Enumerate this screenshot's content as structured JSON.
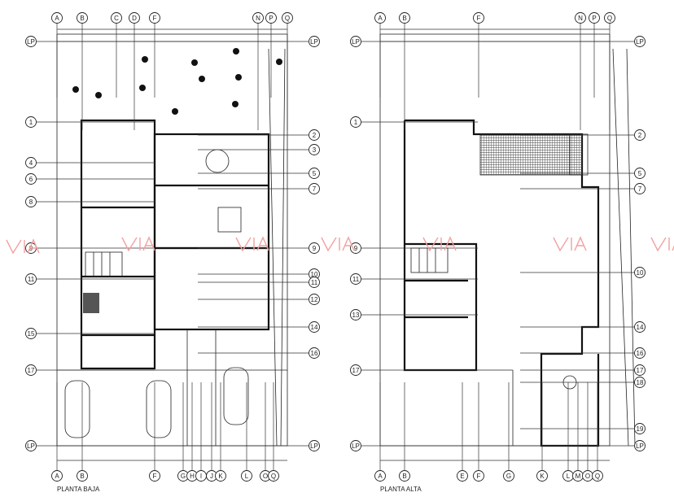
{
  "plans": [
    {
      "title": "PLANTA BAJA",
      "top_axes": [
        "A",
        "B",
        "C",
        "D",
        "F",
        "N",
        "P",
        "Q"
      ],
      "bottom_axes": [
        "A",
        "B",
        "F",
        "G",
        "H",
        "I",
        "J",
        "K",
        "L",
        "O",
        "Q"
      ],
      "left_axes": [
        "LP",
        "1",
        "4",
        "6",
        "8",
        "9",
        "11",
        "15",
        "17",
        "LP"
      ],
      "right_axes": [
        "LP",
        "2",
        "3",
        "5",
        "7",
        "9",
        "10",
        "11",
        "12",
        "14",
        "16",
        "LP"
      ]
    },
    {
      "title": "PLANTA ALTA",
      "top_axes": [
        "A",
        "B",
        "F",
        "N",
        "P",
        "Q"
      ],
      "bottom_axes": [
        "A",
        "B",
        "E",
        "F",
        "G",
        "K",
        "L",
        "M",
        "O",
        "Q"
      ],
      "left_axes": [
        "LP",
        "1",
        "9",
        "11",
        "13",
        "17",
        "LP"
      ],
      "right_axes": [
        "LP",
        "2",
        "5",
        "7",
        "10",
        "14",
        "16",
        "17",
        "18",
        "19",
        "LP"
      ]
    }
  ],
  "watermark": "VIA",
  "colors": {
    "line": "#222222",
    "watermark": "#f3a0a0"
  }
}
